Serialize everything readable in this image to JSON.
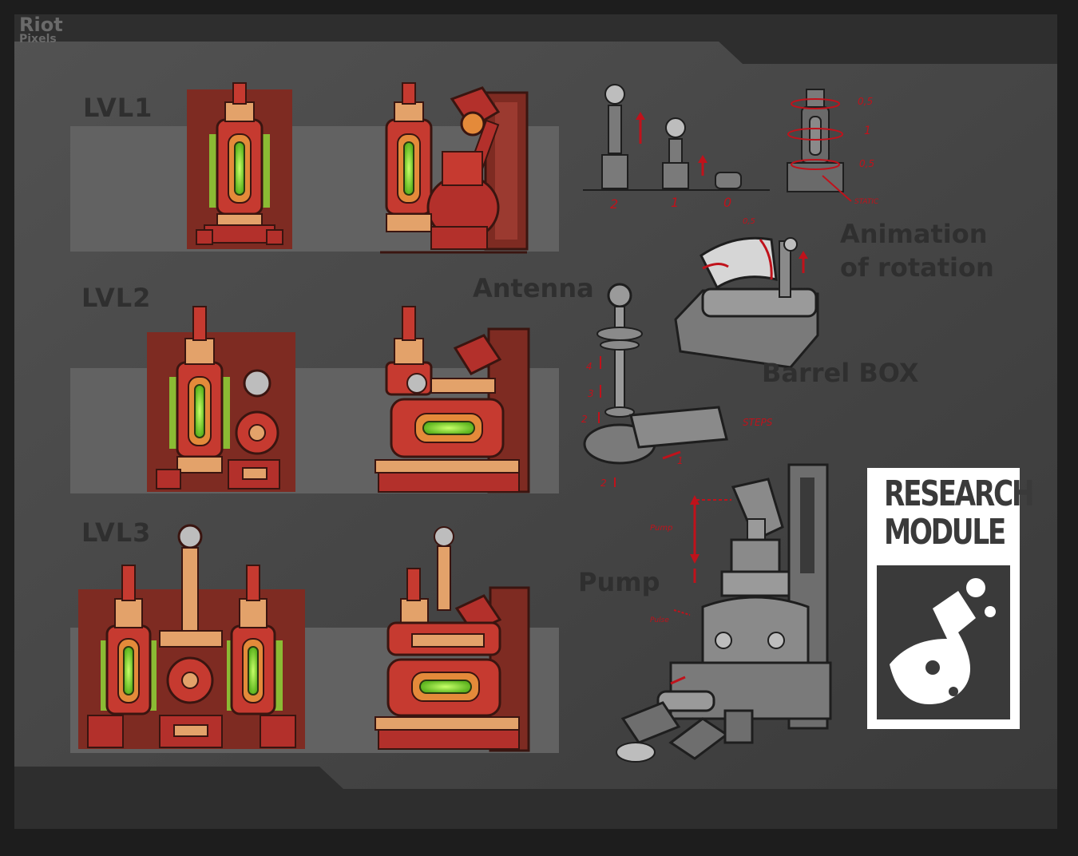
{
  "watermark": {
    "line1": "Riot",
    "line2": "Pixels"
  },
  "levels": [
    {
      "label": "LVL1"
    },
    {
      "label": "LVL2"
    },
    {
      "label": "LVL3"
    }
  ],
  "labels": {
    "animation_line1": "Animation",
    "animation_line2": "of rotation",
    "antenna": "Antenna",
    "barrel_box": "Barrel BOX",
    "pump": "Pump"
  },
  "antenna_steps": {
    "scale": [
      "2",
      "1",
      "0"
    ],
    "rotation": [
      "0,5",
      "1",
      "0,5"
    ],
    "static": "STATIC",
    "steps_label": "STEPS",
    "steps": [
      "4",
      "3",
      "2",
      "1",
      "2"
    ]
  },
  "barrel_note": "0,5",
  "pump_notes": {
    "pump": "Pump",
    "pulse": "Pulse"
  },
  "badge": {
    "line1": "RESEARCH",
    "line2": "MODULE",
    "icon": "flask-icon"
  },
  "colors": {
    "background": "#454545",
    "panel": "#5a5a5a",
    "module_red": "#b3302b",
    "module_dark": "#7e2b22",
    "brass": "#e3a26a",
    "glow": "#8fe03a",
    "annotation": "#c0121b"
  }
}
